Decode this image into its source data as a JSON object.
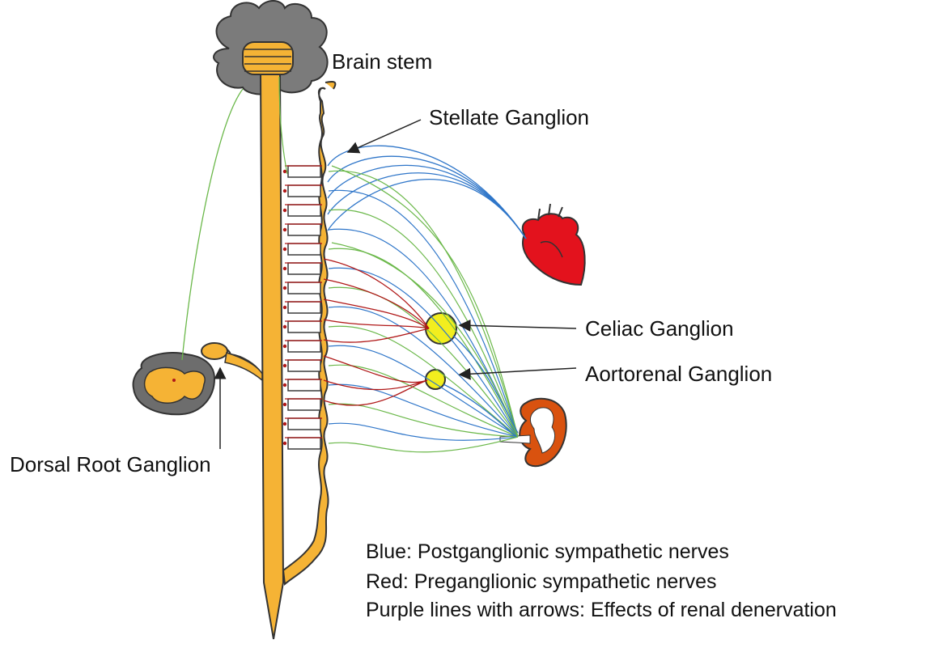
{
  "labels": {
    "brain_stem": "Brain stem",
    "stellate_ganglion": "Stellate Ganglion",
    "celiac_ganglion": "Celiac Ganglion",
    "aortorenal_ganglion": "Aortorenal Ganglion",
    "dorsal_root_ganglion": "Dorsal Root Ganglion"
  },
  "legend": [
    "Blue: Postganglionic sympathetic nerves",
    "Red: Preganglionic sympathetic nerves",
    "Purple lines with arrows: Effects of renal denervation"
  ],
  "colors": {
    "spinal_cord": "#F5B335",
    "outline": "#3a3a3a",
    "brain_gray": "#7b7b7b",
    "blue_nerve": "#2f76c9",
    "red_nerve": "#b01818",
    "green_nerve": "#6bb84a",
    "heart": "#e3121d",
    "ganglion": "#f2ee1e",
    "kidney": "#d9520f"
  }
}
